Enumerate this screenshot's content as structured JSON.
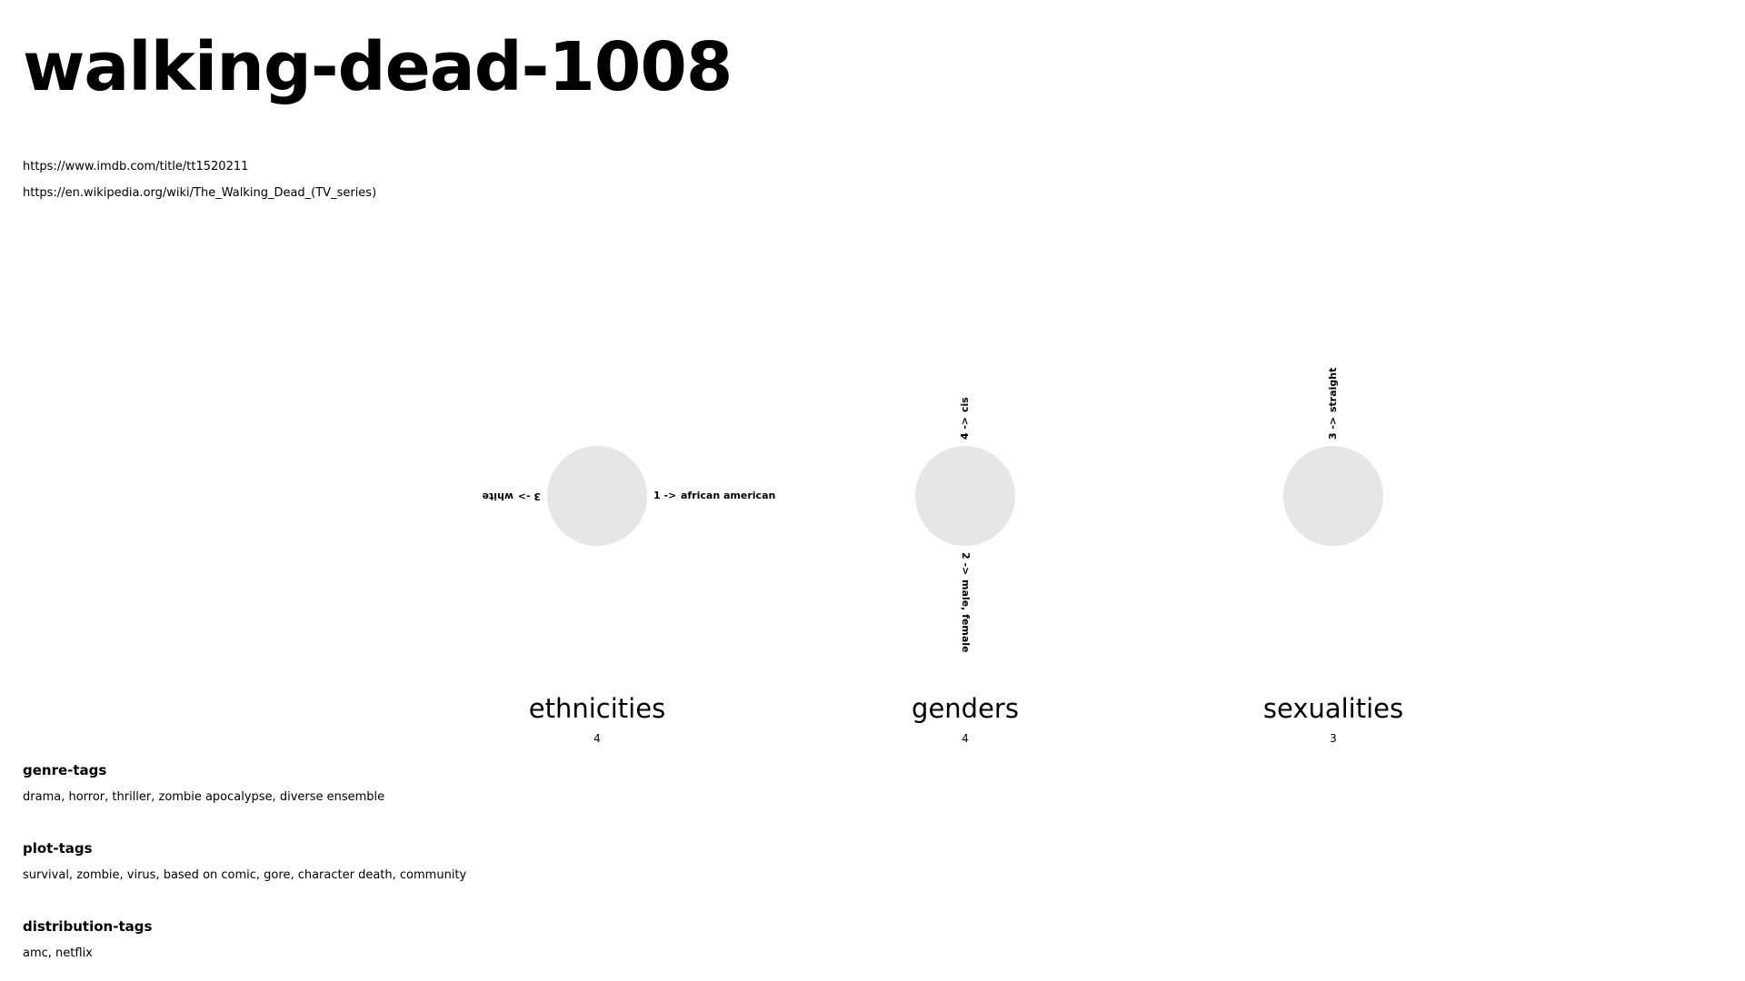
{
  "title": "walking-dead-1008",
  "links": [
    "https://www.imdb.com/title/tt1520211",
    "https://en.wikipedia.org/wiki/The_Walking_Dead_(TV_series)"
  ],
  "colors": {
    "circle": "#e6e6e6",
    "text": "#000000",
    "background": "#ffffff"
  },
  "chart_data": {
    "type": "radial-label",
    "groups": [
      {
        "name": "ethnicities",
        "total": "4",
        "labels": [
          {
            "count": "1",
            "arrow": "->",
            "text": "african american",
            "direction": "right"
          },
          {
            "count": "3",
            "arrow": "->",
            "text": "white",
            "direction": "left"
          }
        ]
      },
      {
        "name": "genders",
        "total": "4",
        "labels": [
          {
            "count": "4",
            "arrow": "->",
            "text": "cis",
            "direction": "up"
          },
          {
            "count": "2",
            "arrow": "->",
            "text": "male, female",
            "direction": "down"
          }
        ]
      },
      {
        "name": "sexualities",
        "total": "3",
        "labels": [
          {
            "count": "3",
            "arrow": "->",
            "text": "straight",
            "direction": "up"
          }
        ]
      }
    ]
  },
  "sections": [
    {
      "title": "genre-tags",
      "text": "drama, horror, thriller, zombie apocalypse, diverse ensemble"
    },
    {
      "title": "plot-tags",
      "text": "survival, zombie, virus, based on comic, gore, character death, community"
    },
    {
      "title": "distribution-tags",
      "text": "amc, netflix"
    }
  ]
}
